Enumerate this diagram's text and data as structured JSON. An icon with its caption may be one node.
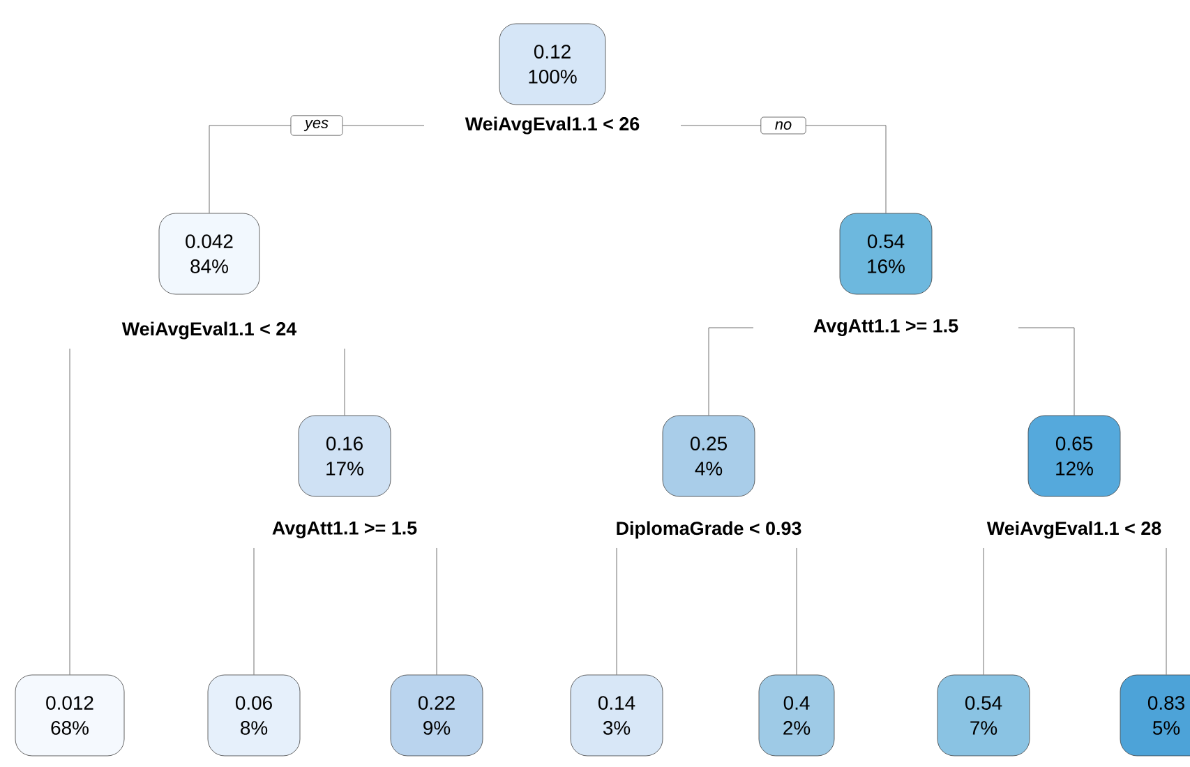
{
  "diagram": {
    "nodes": [
      {
        "text": [
          "0.12",
          "100%"
        ],
        "beside": [
          "WeiAvgEval1.1 < 26"
        ]
      },
      {
        "text": [
          "0.042",
          "84%"
        ],
        "beside": [
          "WeiAvgEval1.1 < 24"
        ]
      },
      {
        "text": [
          "0.54",
          "16%"
        ],
        "beside": [
          "AvgAtt1.1 >= 1.5"
        ]
      },
      {
        "text": [
          "0.16",
          "17%"
        ],
        "beside": [
          "AvgAtt1.1 >= 1.5"
        ]
      },
      {
        "text": [
          "0.25",
          "4%"
        ],
        "beside": [
          "DiplomaGrade < 0.93"
        ]
      },
      {
        "text": [
          "0.65",
          "12%"
        ],
        "beside": [
          "WeiAvgEval1.1 < 28"
        ]
      },
      {
        "text": [
          "0.012",
          "68%"
        ]
      },
      {
        "text": [
          "0.06",
          "8%"
        ]
      },
      {
        "text": [
          "0.22",
          "9%"
        ]
      },
      {
        "text": [
          "0.14",
          "3%"
        ]
      },
      {
        "text": [
          "0.4",
          "2%"
        ]
      },
      {
        "text": [
          "0.54",
          "7%"
        ]
      },
      {
        "text": [
          "0.83",
          "5%"
        ]
      }
    ],
    "edges": [
      {
        "from": 0,
        "to": 1,
        "arrow": "none",
        "label": "yes"
      },
      {
        "from": 0,
        "to": 2,
        "arrow": "none",
        "label": "no"
      },
      {
        "from": 1,
        "to": 6,
        "arrow": "none"
      },
      {
        "from": 1,
        "to": 3,
        "arrow": "none"
      },
      {
        "from": 2,
        "to": 4,
        "arrow": "none"
      },
      {
        "from": 2,
        "to": 5,
        "arrow": "none"
      },
      {
        "from": 3,
        "to": 7,
        "arrow": "none"
      },
      {
        "from": 3,
        "to": 8,
        "arrow": "none"
      },
      {
        "from": 4,
        "to": 9,
        "arrow": "none"
      },
      {
        "from": 4,
        "to": 10,
        "arrow": "none"
      },
      {
        "from": 5,
        "to": 11,
        "arrow": "none"
      },
      {
        "from": 5,
        "to": 12,
        "arrow": "none"
      }
    ]
  }
}
